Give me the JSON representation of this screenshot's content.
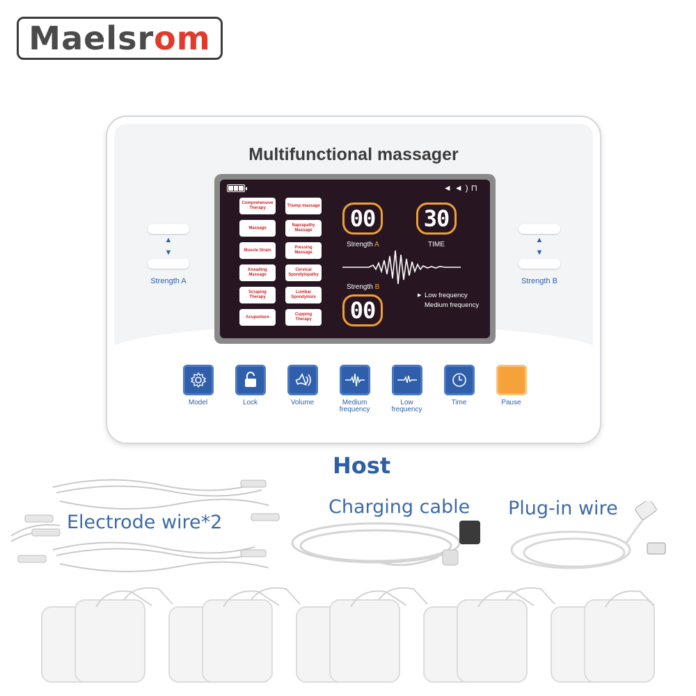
{
  "brand": {
    "part1": "Maelsr",
    "part2": "om",
    "color_main": "#4a4a4a",
    "color_accent": "#e03a2c"
  },
  "device": {
    "title": "Multifunctional massager",
    "left_side_label": "Strength A",
    "right_side_label": "Strength B",
    "screen": {
      "modes": [
        "Comprehensive Therapy",
        "Thump massage",
        "Massage",
        "Naprapathy Massage",
        "Muscle Strain",
        "Pressing Massage",
        "Kneading Massage",
        "Cervical Spondylopathy",
        "Scraping Therapy",
        "Lumbar Spondylosis",
        "Acupunture",
        "Cupping Therapy"
      ],
      "strength_a_value": "00",
      "time_value": "30",
      "strength_b_value": "00",
      "strength_a_word": "Strength",
      "strength_a_letter": "A",
      "time_label": "TIME",
      "strength_b_word": "Strength",
      "strength_b_letter": "B",
      "freq_low": "Low frequency",
      "freq_medium": "Medium frequency"
    },
    "buttons": [
      {
        "label": "Model",
        "icon": "gear-icon"
      },
      {
        "label": "Lock",
        "icon": "lock-icon"
      },
      {
        "label": "Volume",
        "icon": "volume-icon"
      },
      {
        "label": "Medium frequency",
        "icon": "medium-wave-icon"
      },
      {
        "label": "Low frequency",
        "icon": "low-wave-icon"
      },
      {
        "label": "Time",
        "icon": "clock-icon"
      },
      {
        "label": "Pause",
        "icon": "pause-icon"
      }
    ]
  },
  "labels": {
    "host": "Host",
    "electrode_wire": "Electrode wire*2",
    "charging_cable": "Charging cable",
    "plugin_wire": "Plug-in wire"
  },
  "colors": {
    "label_blue": "#2d5fa6",
    "display_orange": "#f0a031",
    "display_bg": "#271622"
  }
}
